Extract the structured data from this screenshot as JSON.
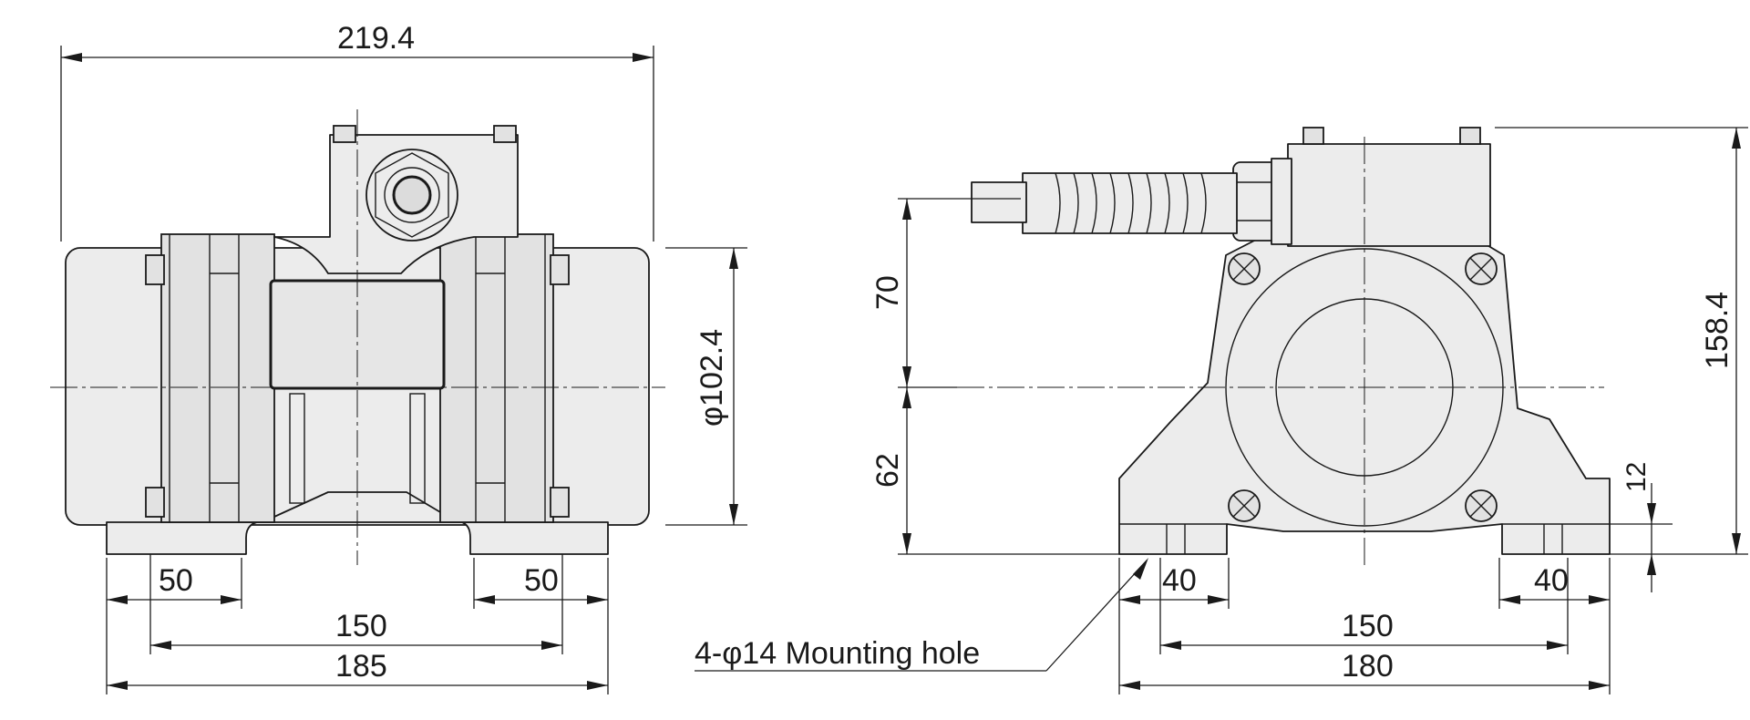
{
  "front_view": {
    "overall_length": "219.4",
    "body_diameter": "φ102.4",
    "foot_left_width": "50",
    "foot_right_width": "50",
    "hole_pitch": "150",
    "base_length": "185"
  },
  "side_view": {
    "upper_height": "70",
    "lower_height": "62",
    "overall_height": "158.4",
    "foot_thickness": "12",
    "foot_left_width": "40",
    "foot_right_width": "40",
    "hole_pitch": "150",
    "base_width": "180",
    "mounting_hole_note": "4-φ14 Mounting hole"
  }
}
